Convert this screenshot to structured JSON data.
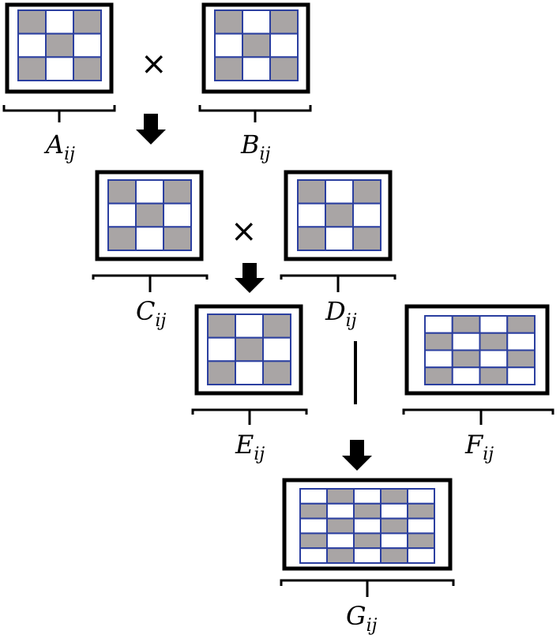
{
  "colors": {
    "filled": "#a9a5a5",
    "empty": "#ffffff",
    "grid_line": "#2b3fa0",
    "frame": "#000000",
    "background": "#ffffff"
  },
  "operators": {
    "times_1": "×",
    "times_2": "×"
  },
  "matrices": [
    {
      "id": "A",
      "label": "A",
      "subscript": "ij",
      "rows": 3,
      "cols": 3,
      "pattern": [
        [
          1,
          0,
          1
        ],
        [
          0,
          1,
          0
        ],
        [
          1,
          0,
          1
        ]
      ]
    },
    {
      "id": "B",
      "label": "B",
      "subscript": "ij",
      "rows": 3,
      "cols": 3,
      "pattern": [
        [
          1,
          0,
          1
        ],
        [
          0,
          1,
          0
        ],
        [
          1,
          0,
          1
        ]
      ]
    },
    {
      "id": "C",
      "label": "C",
      "subscript": "ij",
      "rows": 3,
      "cols": 3,
      "pattern": [
        [
          1,
          0,
          1
        ],
        [
          0,
          1,
          0
        ],
        [
          1,
          0,
          1
        ]
      ]
    },
    {
      "id": "D",
      "label": "D",
      "subscript": "ij",
      "rows": 3,
      "cols": 3,
      "pattern": [
        [
          1,
          0,
          1
        ],
        [
          0,
          1,
          0
        ],
        [
          1,
          0,
          1
        ]
      ]
    },
    {
      "id": "E",
      "label": "E",
      "subscript": "ij",
      "rows": 3,
      "cols": 3,
      "pattern": [
        [
          1,
          0,
          1
        ],
        [
          0,
          1,
          0
        ],
        [
          1,
          0,
          1
        ]
      ]
    },
    {
      "id": "F",
      "label": "F",
      "subscript": "ij",
      "rows": 4,
      "cols": 4,
      "pattern": [
        [
          0,
          1,
          0,
          1
        ],
        [
          1,
          0,
          1,
          0
        ],
        [
          0,
          1,
          0,
          1
        ],
        [
          1,
          0,
          1,
          0
        ]
      ]
    },
    {
      "id": "G",
      "label": "G",
      "subscript": "ij",
      "rows": 5,
      "cols": 5,
      "pattern": [
        [
          0,
          1,
          0,
          1,
          0
        ],
        [
          1,
          0,
          1,
          0,
          1
        ],
        [
          0,
          1,
          0,
          1,
          0
        ],
        [
          1,
          0,
          1,
          0,
          1
        ],
        [
          0,
          1,
          0,
          1,
          0
        ]
      ]
    }
  ]
}
